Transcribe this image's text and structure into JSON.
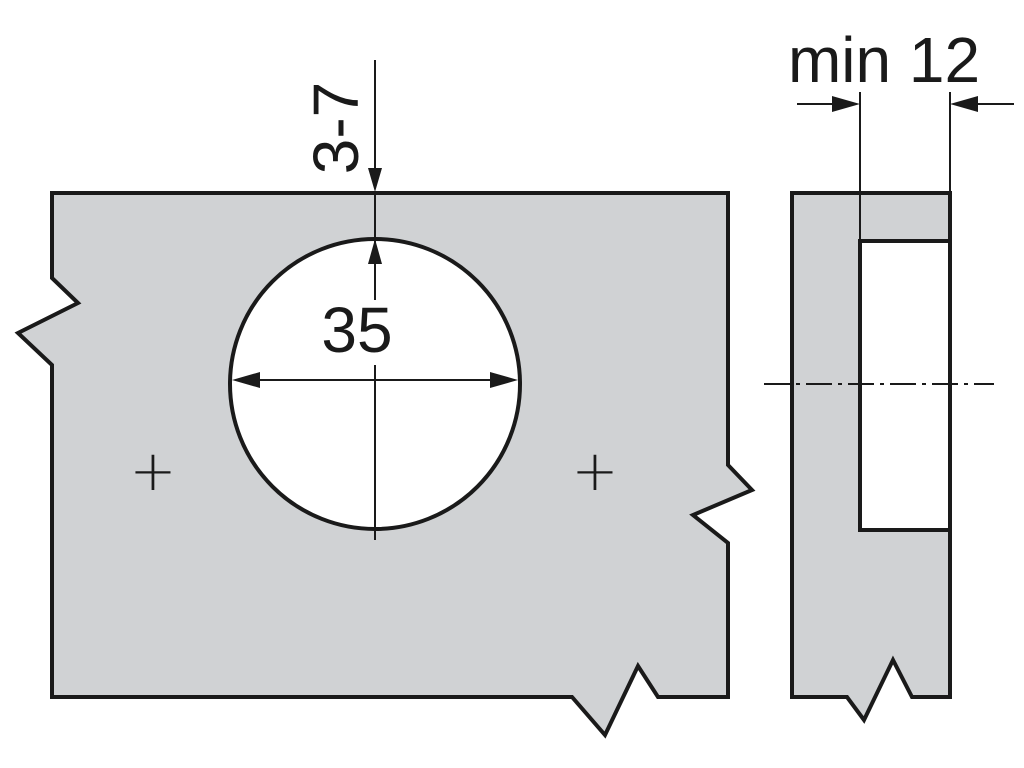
{
  "colors": {
    "panel_fill": "#d0d2d4",
    "line": "#1a1a1a",
    "background": "#ffffff",
    "bore_fill": "#ffffff"
  },
  "labels": {
    "bore_diameter": "35",
    "edge_distance": "3-7",
    "min_thickness": "min 12"
  },
  "markers": {
    "left_center_mark": "+",
    "right_center_mark": "+"
  }
}
